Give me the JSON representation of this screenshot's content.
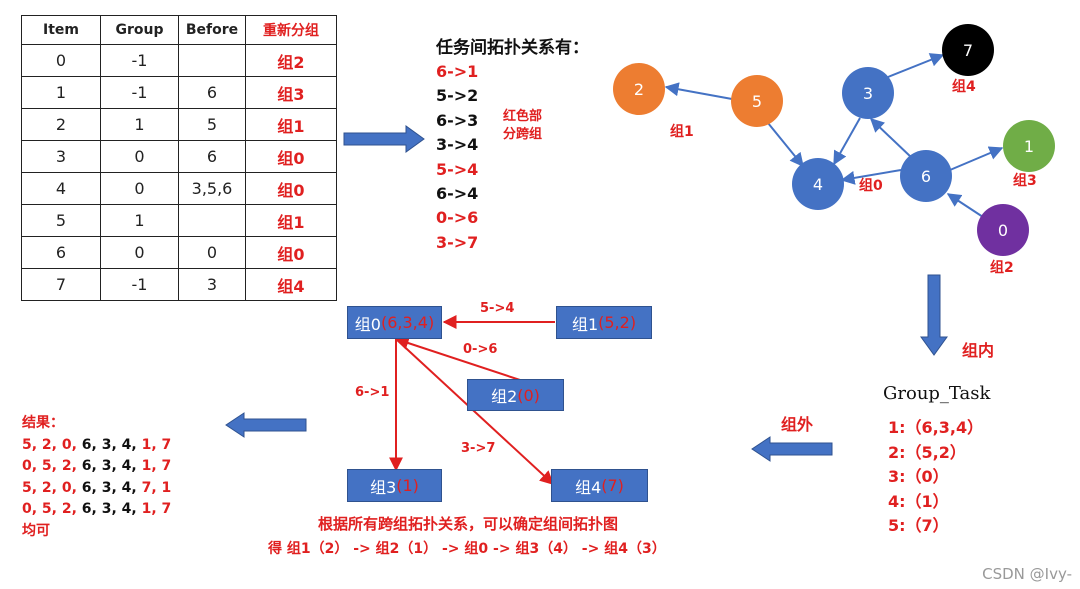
{
  "table": {
    "headers": [
      "Item",
      "Group",
      "Before",
      "重新分组"
    ],
    "rows": [
      {
        "item": "0",
        "group": "-1",
        "before": "",
        "regroup": "组2"
      },
      {
        "item": "1",
        "group": "-1",
        "before": "6",
        "regroup": "组3"
      },
      {
        "item": "2",
        "group": "1",
        "before": "5",
        "regroup": "组1"
      },
      {
        "item": "3",
        "group": "0",
        "before": "6",
        "regroup": "组0"
      },
      {
        "item": "4",
        "group": "0",
        "before": "3,5,6",
        "regroup": "组0"
      },
      {
        "item": "5",
        "group": "1",
        "before": "",
        "regroup": "组1"
      },
      {
        "item": "6",
        "group": "0",
        "before": "0",
        "regroup": "组0"
      },
      {
        "item": "7",
        "group": "-1",
        "before": "3",
        "regroup": "组4"
      }
    ]
  },
  "relations": {
    "title": "任务间拓扑关系有：",
    "items": [
      {
        "text": "6->1",
        "cross": true
      },
      {
        "text": "5->2",
        "cross": false
      },
      {
        "text": "6->3",
        "cross": false
      },
      {
        "text": "3->4",
        "cross": false
      },
      {
        "text": "5->4",
        "cross": true
      },
      {
        "text": "6->4",
        "cross": false
      },
      {
        "text": "0->6",
        "cross": true
      },
      {
        "text": "3->7",
        "cross": true
      }
    ],
    "note_line1": "红色部",
    "note_line2": "分跨组"
  },
  "graph": {
    "nodes": [
      {
        "id": "2",
        "color": "#ed7d31"
      },
      {
        "id": "5",
        "color": "#ed7d31"
      },
      {
        "id": "3",
        "color": "#4472c4"
      },
      {
        "id": "7",
        "color": "#000000"
      },
      {
        "id": "4",
        "color": "#4472c4"
      },
      {
        "id": "6",
        "color": "#4472c4"
      },
      {
        "id": "1",
        "color": "#70ad47"
      },
      {
        "id": "0",
        "color": "#7030a0"
      }
    ],
    "group_labels": {
      "g1": "组1",
      "g0": "组0",
      "g4": "组4",
      "g3": "组3",
      "g2": "组2"
    }
  },
  "labels": {
    "inner": "组内",
    "outer": "组外"
  },
  "group_task": {
    "title": "Group_Task",
    "items": [
      "1:（6,3,4）",
      "2:（5,2）",
      "3:（0）",
      "4:（1）",
      "5:（7）"
    ]
  },
  "group_graph": {
    "boxes": [
      {
        "name": "组0",
        "members": "(6,3,4)"
      },
      {
        "name": "组1",
        "members": "(5,2)"
      },
      {
        "name": "组2",
        "members": "(0)"
      },
      {
        "name": "组3",
        "members": "(1)"
      },
      {
        "name": "组4",
        "members": "(7)"
      }
    ],
    "edges": [
      "5->4",
      "0->6",
      "6->1",
      "3->7"
    ]
  },
  "result": {
    "title": "结果：",
    "lines": [
      [
        {
          "t": "5, 2, 0,",
          "red": true
        },
        {
          "t": " 6, 3, 4,",
          "red": false
        },
        {
          "t": " 1, 7",
          "red": true
        }
      ],
      [
        {
          "t": "0, 5, 2,",
          "red": true
        },
        {
          "t": " 6, 3, 4,",
          "red": false
        },
        {
          "t": " 1, 7",
          "red": true
        }
      ],
      [
        {
          "t": "5, 2, 0,",
          "red": true
        },
        {
          "t": " 6, 3, 4,",
          "red": false
        },
        {
          "t": " 7, 1",
          "red": true
        }
      ],
      [
        {
          "t": "0, 5, 2,",
          "red": true
        },
        {
          "t": " 6, 3, 4,",
          "red": false
        },
        {
          "t": " 1, 7",
          "red": true
        }
      ]
    ],
    "footer": "均可"
  },
  "bottom": {
    "line1": "根据所有跨组拓扑关系，可以确定组间拓扑图",
    "line2": "得  组1（2）  -> 组2（1） -> 组0 -> 组3（4） -> 组4（3）"
  },
  "watermark": "CSDN @Ivy-"
}
